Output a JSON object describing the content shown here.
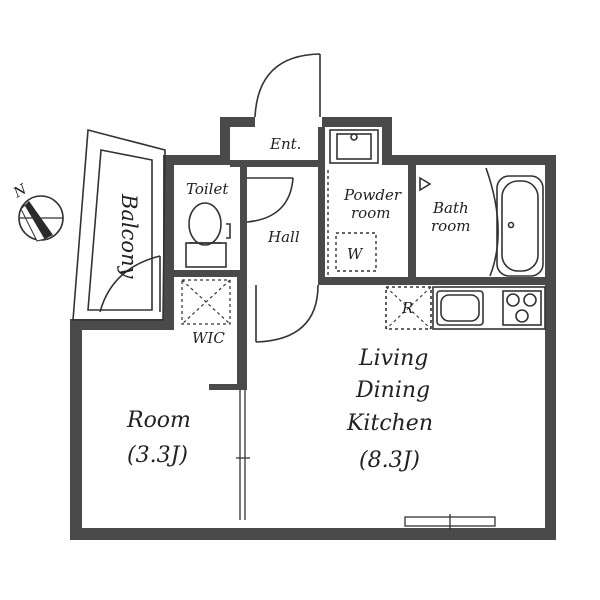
{
  "plan": {
    "compass_label": "N",
    "rooms": {
      "entrance": "Ent.",
      "toilet": "Toilet",
      "hall": "Hall",
      "powder_room_line1": "Powder",
      "powder_room_line2": "room",
      "washer_mark": "W",
      "bath_line1": "Bath",
      "bath_line2": "room",
      "balcony": "Balcony",
      "wic": "WIC",
      "fridge_mark": "R",
      "ldk_line1": "Living",
      "ldk_line2": "Dining",
      "ldk_line3": "Kitchen",
      "ldk_size": "(8.3J)",
      "room": "Room",
      "room_size": "(3.3J)"
    },
    "colors": {
      "wall": "#4a4a4a",
      "line": "#333333",
      "fill": "#ffffff"
    }
  }
}
